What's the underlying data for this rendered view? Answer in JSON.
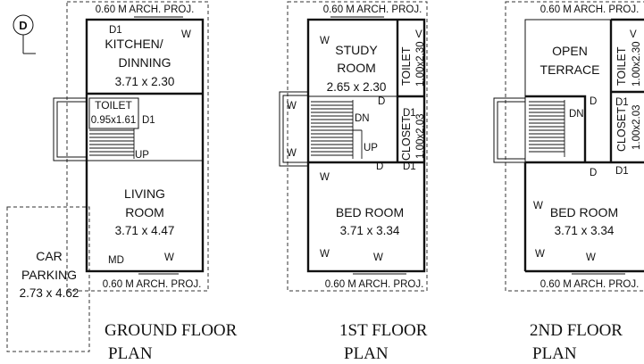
{
  "north": {
    "label": "D"
  },
  "ground": {
    "proj_top": "0.60 M ARCH. PROJ.",
    "proj_bottom": "0.60 M ARCH. PROJ.",
    "kitchen": {
      "name_1": "KITCHEN/",
      "name_2": "DINNING",
      "size": "3.71 x 2.30"
    },
    "toilet": {
      "name": "TOILET",
      "size": "0.95x1.61"
    },
    "living": {
      "name_1": "LIVING",
      "name_2": "ROOM",
      "size": "3.71 x 4.47"
    },
    "parking": {
      "name_1": "CAR",
      "name_2": "PARKING",
      "size": "2.73 x 4.62"
    },
    "tags": {
      "d1_top": "D1",
      "w_top": "W",
      "d1_toilet": "D1",
      "up": "UP",
      "md": "MD",
      "w_bottom": "W"
    },
    "title_1": "GROUND FLOOR",
    "title_2": "PLAN"
  },
  "first": {
    "proj_top": "0.60 M ARCH. PROJ.",
    "proj_bottom": "0.60 M ARCH. PROJ.",
    "study": {
      "name_1": "STUDY",
      "name_2": "ROOM",
      "size": "2.65 x 2.30"
    },
    "toilet": {
      "name": "TOILET",
      "size": "1.00x2.30"
    },
    "closet": {
      "name": "CLOSET",
      "size": "1.00x2.03"
    },
    "bed": {
      "name": "BED ROOM",
      "size": "3.71 x 3.34"
    },
    "tags": {
      "w_study": "W",
      "v": "V",
      "w_left1": "W",
      "d_stair": "D",
      "dn": "DN",
      "d1_closet": "D1",
      "w_left2": "W",
      "up": "UP",
      "d_bed": "D",
      "d1_bed": "D1",
      "w_bed1": "W",
      "w_bed2": "W",
      "w_bed3": "W"
    },
    "title_1": "1ST FLOOR",
    "title_2": "PLAN"
  },
  "second": {
    "proj_top": "0.60 M ARCH. PROJ.",
    "proj_bottom": "0.60 M ARCH. PROJ.",
    "terrace": {
      "name_1": "OPEN",
      "name_2": "TERRACE"
    },
    "toilet": {
      "name": "TOILET",
      "size": "1.00x2.30"
    },
    "closet": {
      "name": "CLOSET",
      "size": "1.00x2.03"
    },
    "bed": {
      "name": "BED ROOM",
      "size": "3.71 x 3.34"
    },
    "tags": {
      "v": "V",
      "d_stair": "D",
      "dn": "DN",
      "d1_closet": "D1",
      "d_bed": "D",
      "d1_bed": "D1",
      "w_bed1": "W",
      "w_bed2": "W",
      "w_bed3": "W"
    },
    "title_1": "2ND FLOOR",
    "title_2": "PLAN"
  }
}
